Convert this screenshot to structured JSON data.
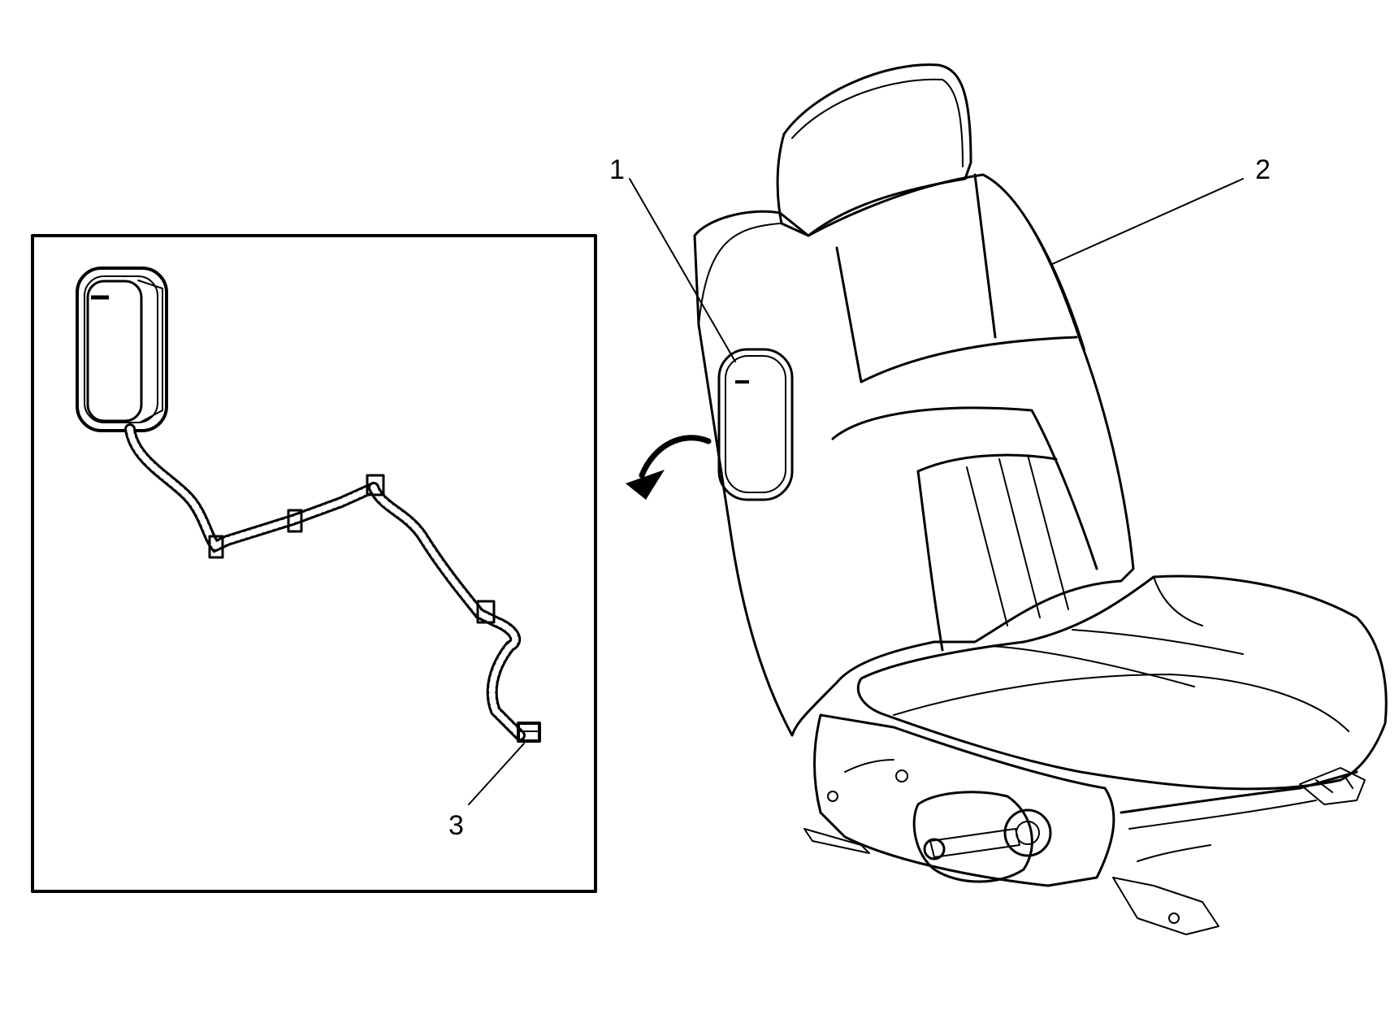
{
  "colors": {
    "line": "#000000",
    "background": "#ffffff"
  },
  "callouts": {
    "c1": "1",
    "c2": "2",
    "c3": "3"
  }
}
